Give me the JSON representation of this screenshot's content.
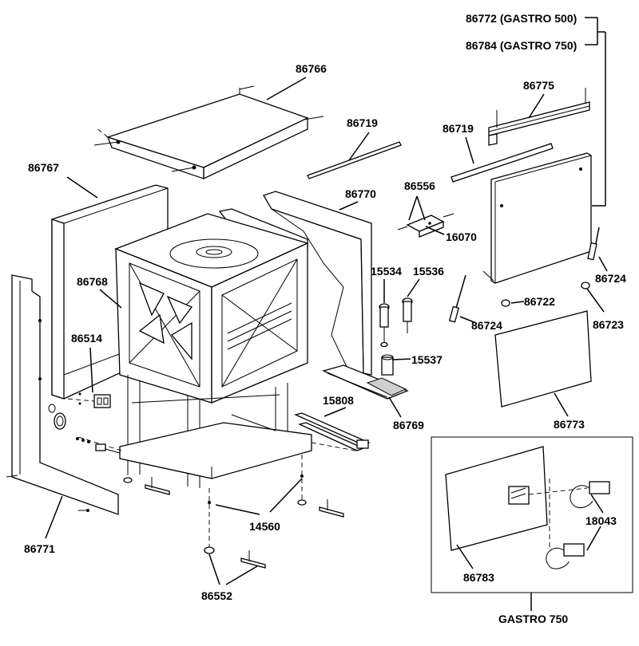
{
  "labels": {
    "p86772": "86772 (GASTRO 500)",
    "p86784": "86784 (GASTRO 750)",
    "p86766": "86766",
    "p86775": "86775",
    "p86719a": "86719",
    "p86719b": "86719",
    "p86767": "86767",
    "p86770": "86770",
    "p86556": "86556",
    "p16070": "16070",
    "p15534": "15534",
    "p15536": "15536",
    "p86768": "86768",
    "p86724a": "86724",
    "p86724b": "86724",
    "p86722": "86722",
    "p86723": "86723",
    "p86514": "86514",
    "p15537": "15537",
    "p15808": "15808",
    "p86769": "86769",
    "p86773": "86773",
    "p14560": "14560",
    "p86771": "86771",
    "p18043": "18043",
    "p86783": "86783",
    "p86552": "86552",
    "gastro750": "GASTRO 750"
  }
}
